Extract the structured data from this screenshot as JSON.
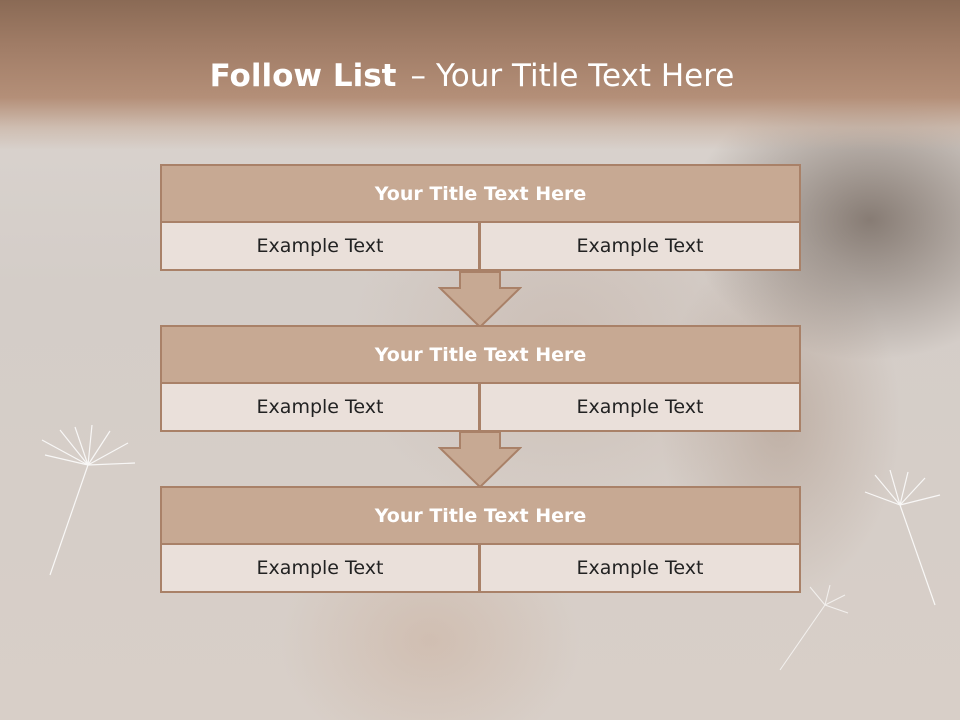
{
  "slide": {
    "title_bold": "Follow List",
    "title_separator": "–",
    "title_rest": "Your Title Text Here"
  },
  "steps": [
    {
      "title": "Your Title Text Here",
      "left_text": "Example Text",
      "right_text": "Example Text"
    },
    {
      "title": "Your Title Text Here",
      "left_text": "Example Text",
      "right_text": "Example Text"
    },
    {
      "title": "Your Title Text Here",
      "left_text": "Example Text",
      "right_text": "Example Text"
    }
  ],
  "colors": {
    "header_band": "#a07c66",
    "box_header": "#c7a993",
    "box_cell": "#eae0da",
    "border": "#a98168",
    "arrow_fill": "#c7a993"
  },
  "icons": [
    "down-arrow-icon",
    "dandelion-seed-icon"
  ]
}
